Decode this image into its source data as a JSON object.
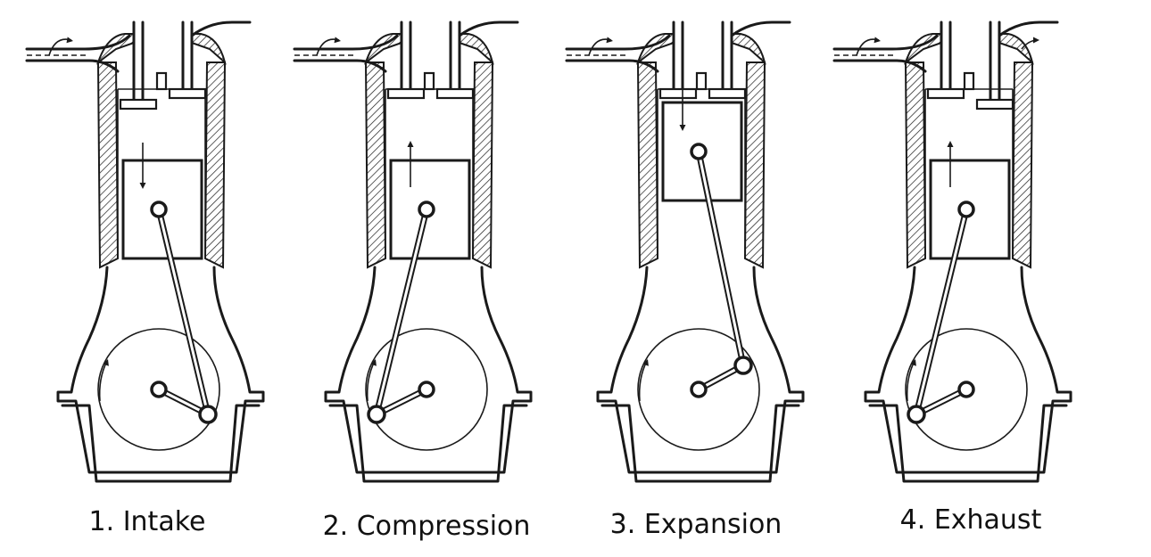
{
  "strokes": [
    {
      "label": "1. Intake",
      "piston": "low",
      "crank": "br",
      "intake_open": true,
      "exhaust_open": false,
      "piston_dir": "down",
      "gas": "in"
    },
    {
      "label": "2. Compression",
      "piston": "low",
      "crank": "bl",
      "intake_open": false,
      "exhaust_open": false,
      "piston_dir": "up",
      "gas": "none"
    },
    {
      "label": "3. Expansion",
      "piston": "high",
      "crank": "tr",
      "intake_open": false,
      "exhaust_open": false,
      "piston_dir": "down",
      "gas": "none"
    },
    {
      "label": "4. Exhaust",
      "piston": "low",
      "crank": "bl",
      "intake_open": false,
      "exhaust_open": true,
      "piston_dir": "up",
      "gas": "out"
    }
  ]
}
